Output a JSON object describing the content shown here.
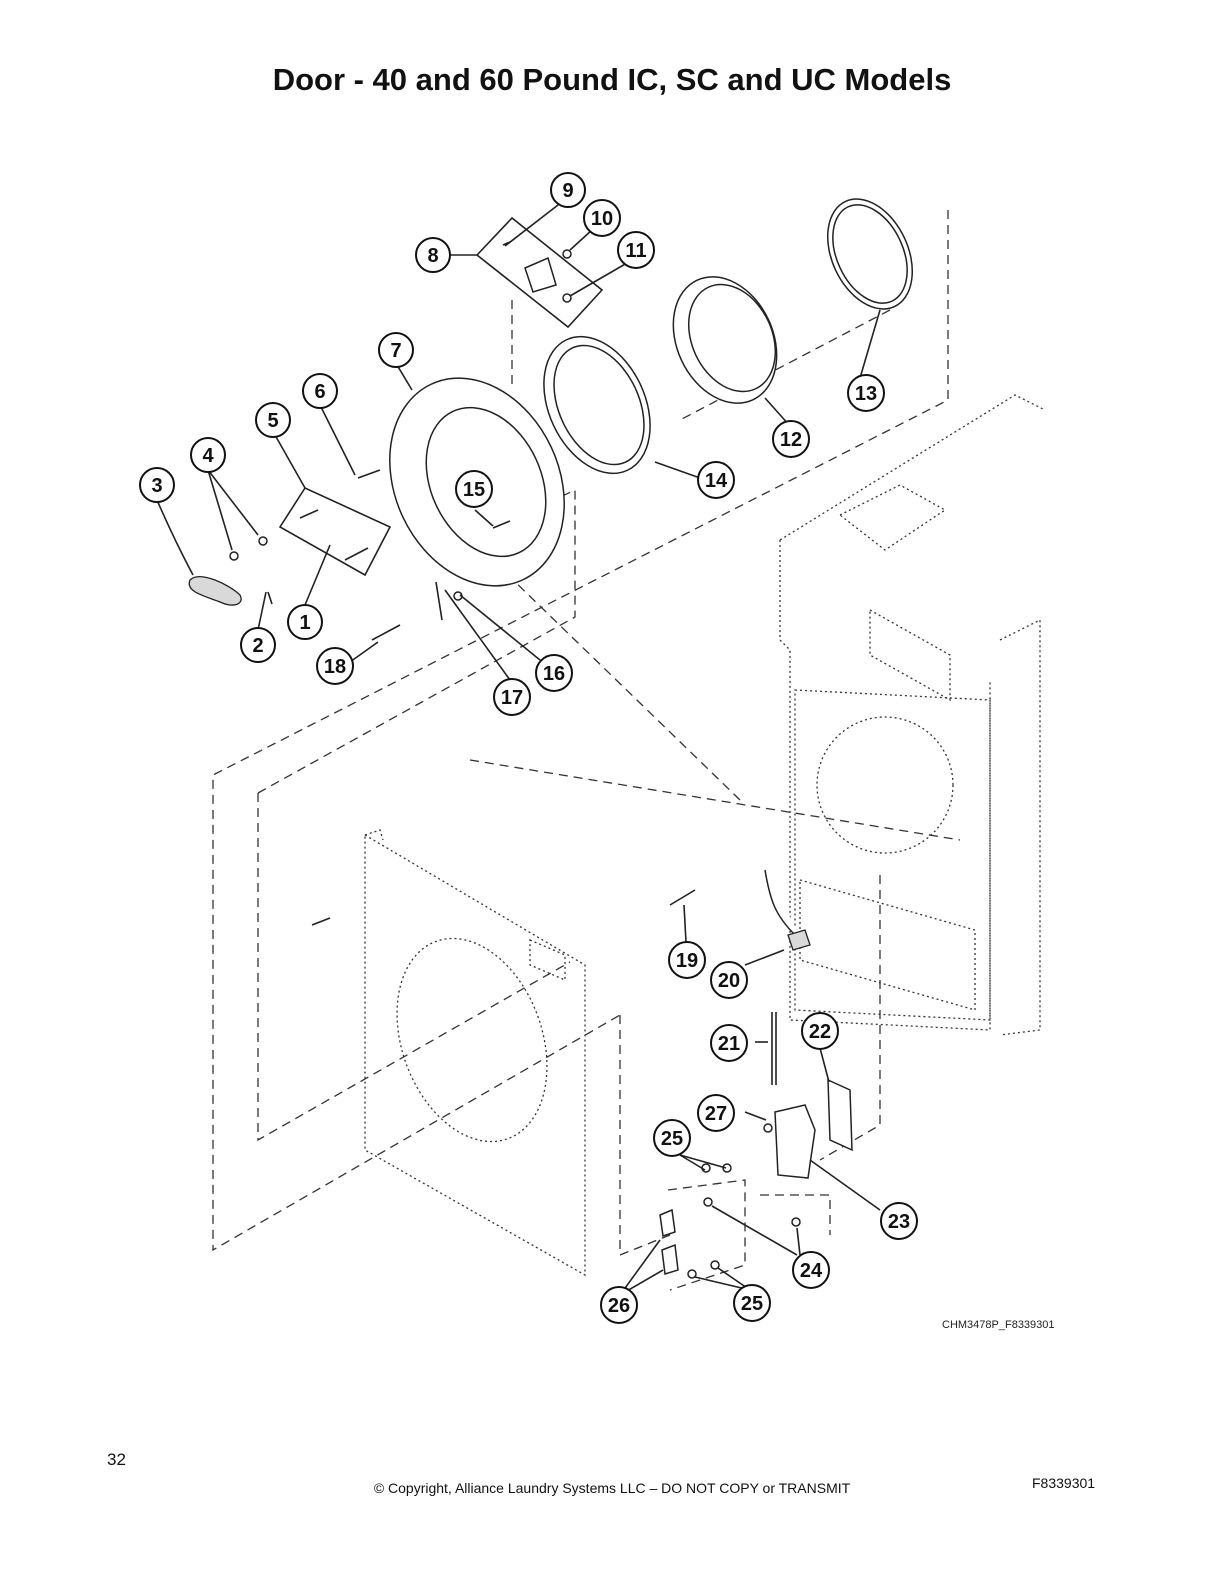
{
  "title": "Door - 40 and 60 Pound IC, SC and UC Models",
  "figure_code": "CHM3478P_F8339301",
  "footer": {
    "page_number": "32",
    "copyright": "© Copyright, Alliance Laundry Systems LLC – DO NOT COPY or TRANSMIT",
    "doc_number": "F8339301"
  },
  "callouts": {
    "c1": "1",
    "c2": "2",
    "c3": "3",
    "c4": "4",
    "c5": "5",
    "c6": "6",
    "c7": "7",
    "c8": "8",
    "c9": "9",
    "c10": "10",
    "c11": "11",
    "c12": "12",
    "c13": "13",
    "c14": "14",
    "c15": "15",
    "c16": "16",
    "c17": "17",
    "c18": "18",
    "c19": "19",
    "c20": "20",
    "c21": "21",
    "c22": "22",
    "c23": "23",
    "c24": "24",
    "c25a": "25",
    "c25b": "25",
    "c26": "26",
    "c27": "27"
  }
}
